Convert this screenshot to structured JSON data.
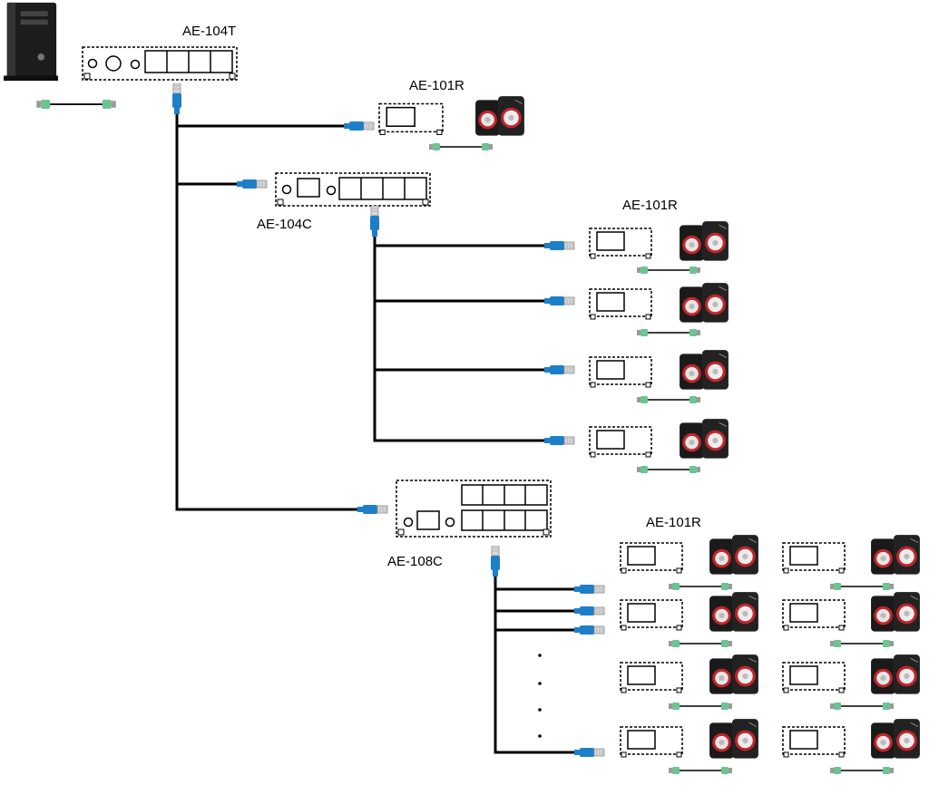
{
  "labels": {
    "transmitter": "AE-104T",
    "receiver_a": "AE-101R",
    "hub_4": "AE-104C",
    "receiver_b": "AE-101R",
    "hub_8": "AE-108C",
    "receiver_c": "AE-101R"
  },
  "icons": {
    "computer": "computer-tower-icon",
    "speaker": "speaker-pair-icon",
    "audio_cable": "audio-cable-icon",
    "rj45": "rj45-connector-icon"
  },
  "colors": {
    "line": "#000000",
    "rj45": "#1e7fc9",
    "audio_plug": "#6cc490",
    "speaker_body": "#1a1a1a",
    "speaker_rim": "#c0262c"
  }
}
